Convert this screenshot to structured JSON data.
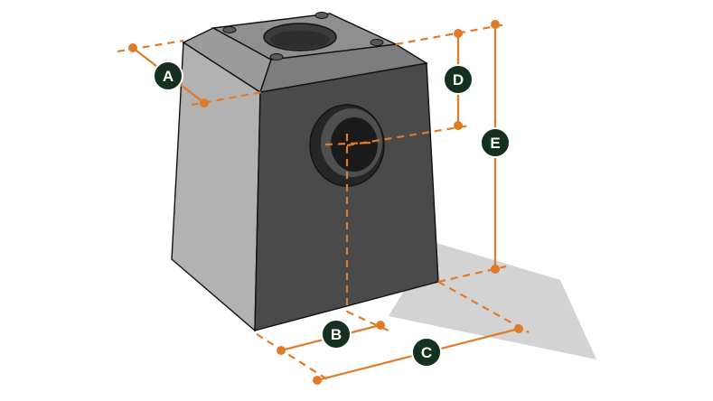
{
  "colors": {
    "dimension": "#e07b2a",
    "badge_fill": "#14301f",
    "badge_text": "#ffffff",
    "front_face": "#4a4a4a",
    "side_face": "#b1b1b1",
    "top_face": "#8f8f8f",
    "shadow": "#d3d3d3"
  },
  "labels": {
    "A": "A",
    "B": "B",
    "C": "C",
    "D": "D",
    "E": "E"
  }
}
